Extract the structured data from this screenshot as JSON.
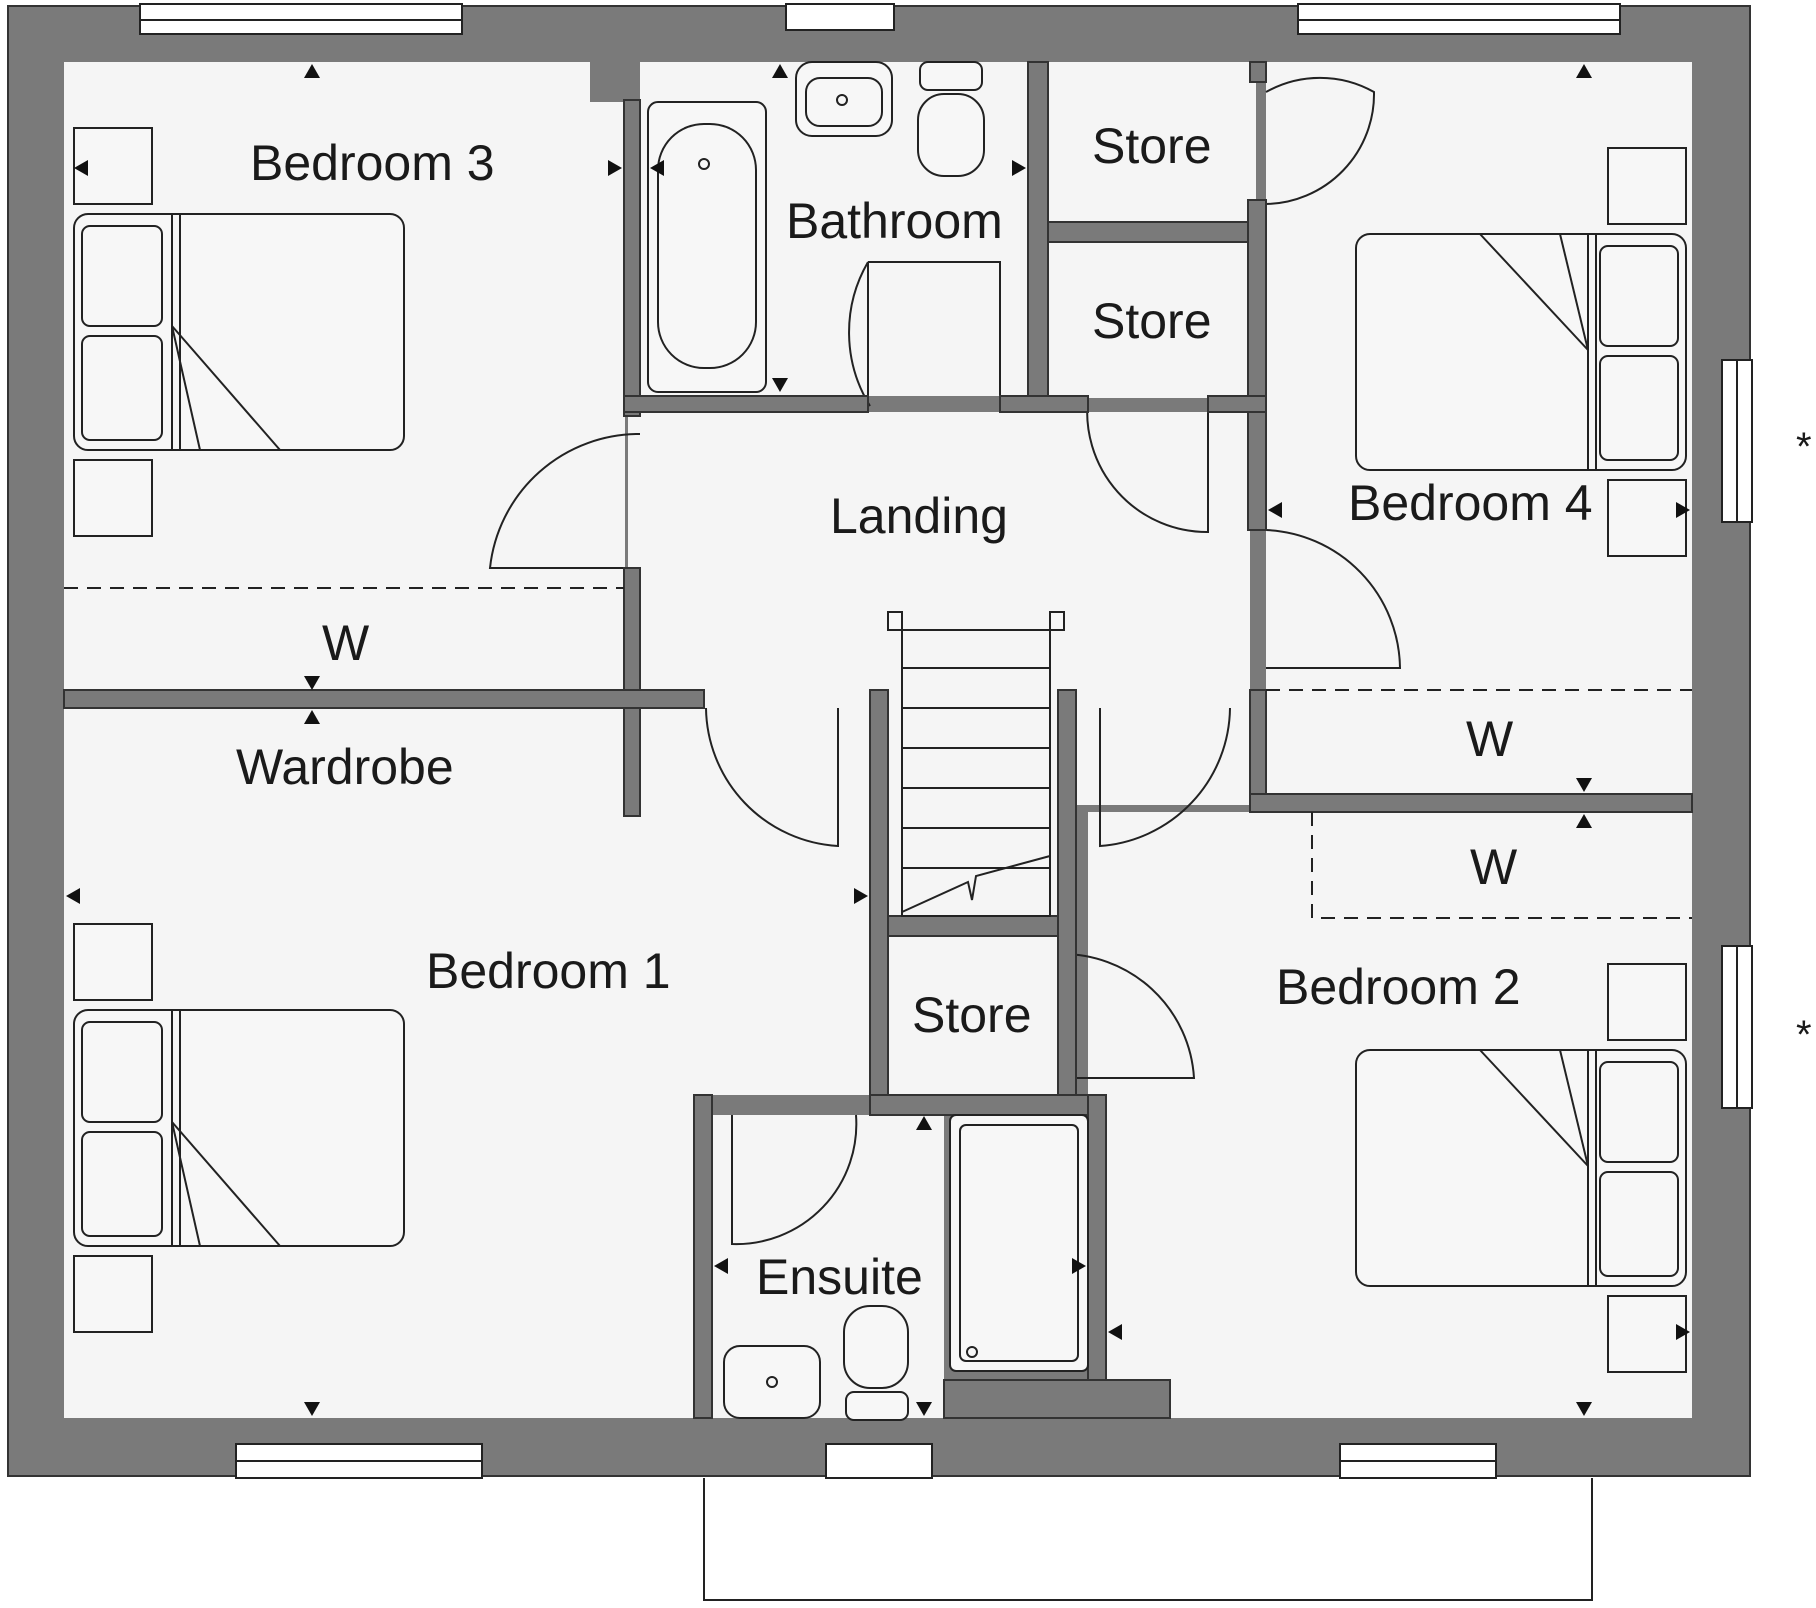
{
  "rooms": {
    "bedroom3": "Bedroom 3",
    "bathroom": "Bathroom",
    "store_top": "Store",
    "store_mid": "Store",
    "bedroom4": "Bedroom 4",
    "landing": "Landing",
    "w_left": "W",
    "wardrobe": "Wardrobe",
    "w_right_1": "W",
    "w_right_2": "W",
    "bedroom1": "Bedroom 1",
    "store_center": "Store",
    "bedroom2": "Bedroom 2",
    "ensuite": "Ensuite"
  },
  "markers": {
    "asterisk_upper": "*",
    "asterisk_lower": "*"
  },
  "colors": {
    "wall": "#7a7a7a",
    "floor": "#f5f5f5"
  }
}
